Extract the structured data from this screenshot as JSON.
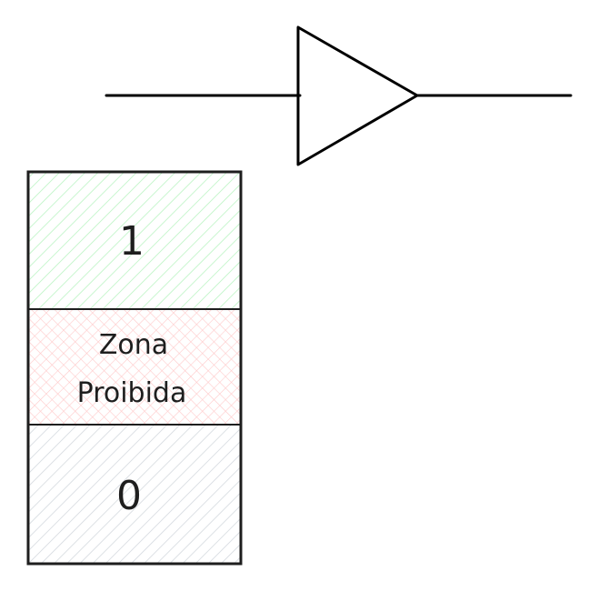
{
  "diagram": {
    "buffer_symbol": {
      "type": "buffer",
      "stroke_color": "#000000"
    },
    "logic_levels": [
      {
        "key": "high",
        "label": "1",
        "hatch_color": "#b2f2bb",
        "stroke_color": "#1e1e1e"
      },
      {
        "key": "forbidden",
        "label_lines": [
          "Zona",
          "Proibida"
        ],
        "hatch_color": "#ffc9c9",
        "stroke_color": "#1e1e1e"
      },
      {
        "key": "low",
        "label": "0",
        "hatch_color": "#ced4da",
        "stroke_color": "#1e1e1e"
      }
    ]
  }
}
